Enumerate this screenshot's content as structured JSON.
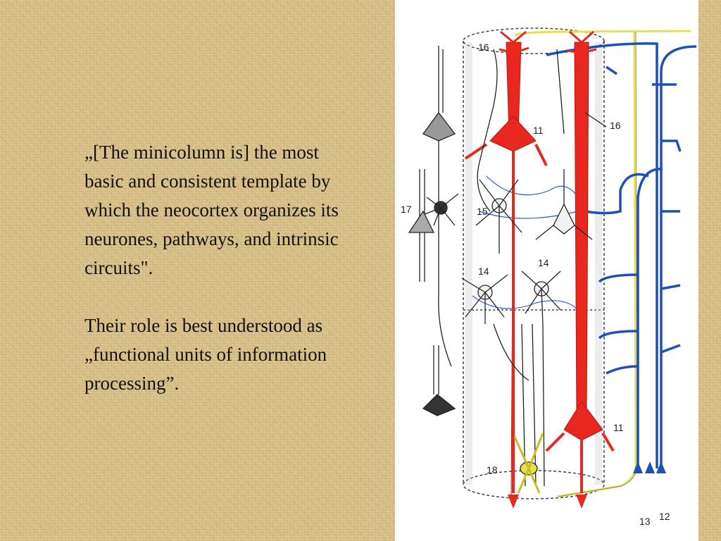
{
  "text": {
    "quote": "„[The minicolumn is] the most basic and consistent template by which the neocortex organizes its neurones, pathways, and intrinsic circuits\".",
    "role": "Their role is best understood as „functional units of information processing”."
  },
  "figure": {
    "labels": {
      "l16a": "16",
      "l16b": "16",
      "l11a": "11",
      "l11b": "11",
      "l15": "15",
      "l17": "17",
      "l14a": "14",
      "l14b": "14",
      "l18": "18",
      "l13": "13",
      "l12": "12"
    }
  },
  "colors": {
    "pyramidal": "#e8281e",
    "afferent": "#1f4fb8",
    "yellow_fiber": "#e8e04a",
    "background": "#d8c08a"
  }
}
